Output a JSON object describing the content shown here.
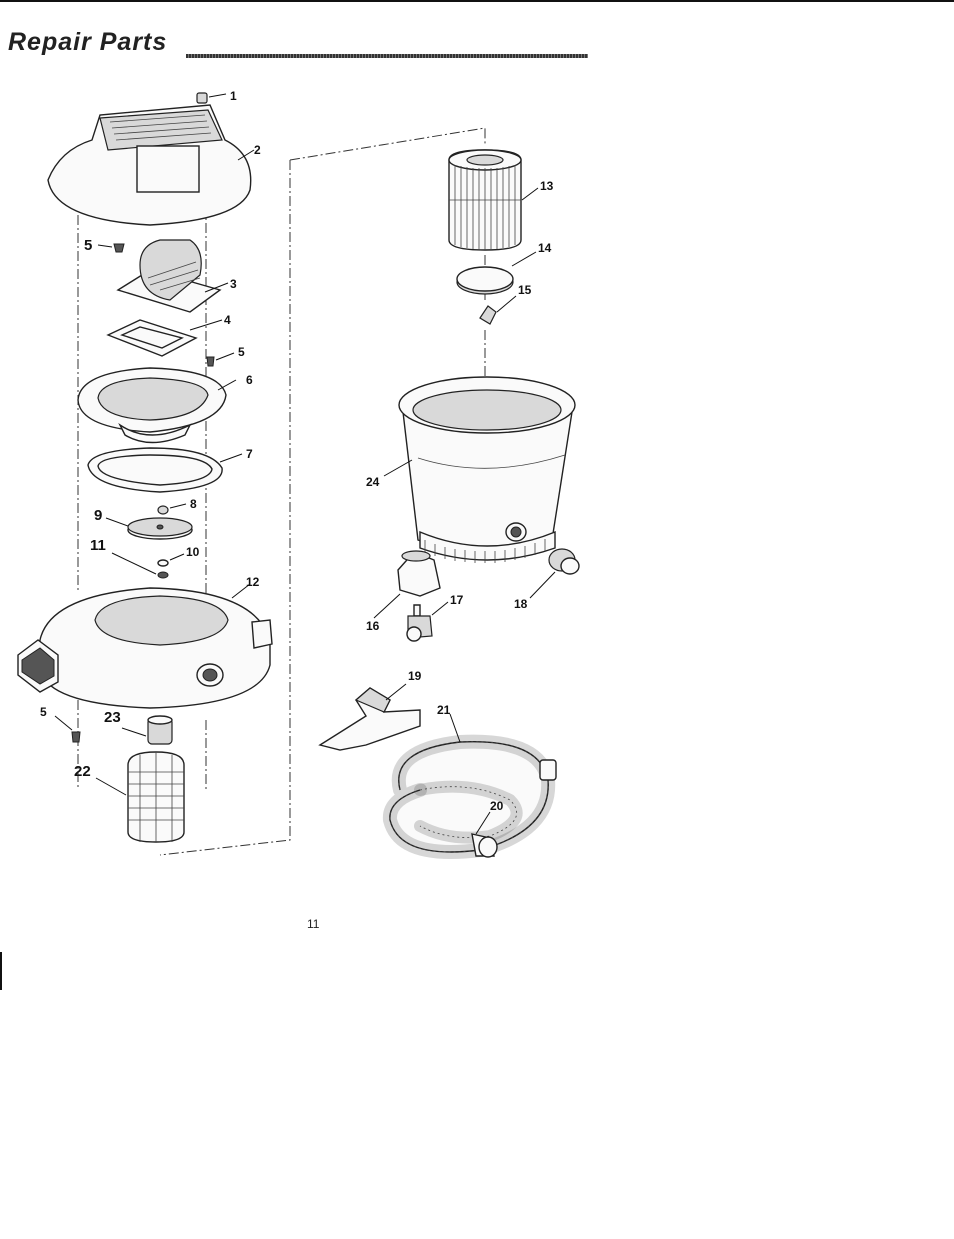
{
  "header": {
    "title": "Repair Parts"
  },
  "callouts": {
    "c1": "1",
    "c2": "2",
    "c3": "3",
    "c4": "4",
    "c5a": "5",
    "c5b": "5",
    "c5c": "5",
    "c6": "6",
    "c7": "7",
    "c8": "8",
    "c9": "9",
    "c10": "10",
    "c11": "11",
    "c12": "12",
    "c13": "13",
    "c14": "14",
    "c15": "15",
    "c16": "16",
    "c17": "17",
    "c18": "18",
    "c19": "19",
    "c20": "20",
    "c21": "21",
    "c22": "22",
    "c23": "23",
    "c24": "24"
  },
  "footer": {
    "page_number": "11"
  }
}
